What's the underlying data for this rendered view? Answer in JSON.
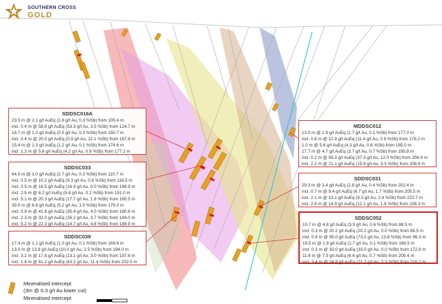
{
  "brand": {
    "name_line1": "SOUTHERN CROSS",
    "name_line2": "GOLD",
    "colors": {
      "navy": "#2b2f6b",
      "gold": "#b58b2a"
    }
  },
  "colors": {
    "box_border": "#d23a3a",
    "intercept_orange": "#e8a020",
    "intercept_red": "#d21f1f",
    "vein_red": "#f08080",
    "vein_magenta": "#e6a0e6",
    "vein_yellow": "#e8e48a",
    "vein_tan": "#d8b898",
    "vein_blue": "#8c9cc8",
    "drill_cyan": "#39c6d6"
  },
  "holes": [
    {
      "id": "SDDSC016A",
      "lines": [
        "23.5 m @ 2.1 g/t AuEq (1.6 g/t Au, 0.3 %Sb) from 109.4 m",
        "incl. 0.4 m @ 58.8 g/t AuEq (53.3 g/t Au, 3.5 %Sb) from 124.7 m",
        "18.7 m @ 1.0 g/t AuEq (0.5 g/t Au, 0.3 %Sb) from 150.7 m",
        "incl. 0.4 m @ 20.0 g/t AuEq (0.9 g/t Au, 12.1 %Sb) from 167.8 m",
        "15.4 m @ 1.3 g/t AuEq (1.2 g/t Au, 0.1 %Sb) from 174.6 m",
        "incl. 1.3 m @ 5.6 g/t AuEq (4.2 g/t Au, 0.9 %Sb) from 177.2 m"
      ]
    },
    {
      "id": "SDDSC033",
      "lines": [
        "64.0 m @ 3.0 g/t AuEq (2.7 g/t Au, 0.2 %Sb) from 110.7 m",
        "incl. 0.5 m @ 10.2 g/t AuEq (9.3 g/t Au, 0.6 %Sb) from 118.5 m",
        "incl. 0.5 m @ 16.5 g/t AuEq (16.4 g/t Au, 0.0 %Sb) from 148.9 m",
        "incl. 2.5 m @ 6.2 g/t AuEq (5.8 g/t Au, 0.2 %Sb) from 151.0 m",
        "incl. 5.1 m @ 20.3 g/t AuEq (17.7 g/t Au, 1.6 %Sb) from 160.5 m",
        "39.0 m @ 6.8 g/t AuEq (5.2 g/t Au, 1.0 %Sb) from 179.0 m",
        "incl. 0.9 m @ 41.8 g/t AuEq (35.4 g/t Au, 4.0 %Sb) from 180.6 m",
        "incl. 2.3 m @ 32.0 g/t AuEq (26.2 g/t Au, 3.7 %Sb) from 184.0 m",
        "incl. 5.2 m @ 22.3 g/t AuEq (14.7 g/t Au, 4.8 %Sb) from 189.9 m"
      ]
    },
    {
      "id": "SDDSC039",
      "lines": [
        "17.4 m @ 1.1 g/t AuEq (1.0 g/t Au, 0.1 %Sb) from 169.6 m",
        "13.0 m @ 13.9 g/t AuEq (10.0 g/t Au, 2.5 %Sb) from 194.0 m",
        "incl. 3.2 m @ 17.8 g/t AuEq (13.1 g/t Au, 3.0 %Sb) from 197.6 m",
        "incl. 1.8 m @ 61.2 g/t AuEq (43.2 g/t Au, 11.4 %Sb) from 202.0 m"
      ]
    },
    {
      "id": "MDDSC012",
      "lines": [
        "13.0 m @ 1.9 g/t AuEq (1.7 g/t Au, 0.1 %Sb) from 177.0 m",
        "incl. 0.8 m @ 12.9 g/t AuEq (11.4 g/t Au, 0.9 %Sb) from 178.2 m",
        "1.0 m @ 5.6 g/t AuEq (4.3 g/t Au, 0.8 %Sb) from 185.0 m",
        "17.7 m @ 4.7 g/t AuEq (3.7 g/t Au, 0.7 %Sb) from 195.8 m",
        "incl. 0.2 m @ 56.3 g/t AuEq (37.3 g/t Au, 12.0 %Sb) from 206.9 m",
        "incl. 2.2 m @ 21.1 g/t AuEq (15.8 g/t Au, 3.3 %Sb) from 208.8 m"
      ]
    },
    {
      "id": "SDDSC031",
      "lines": [
        "29.3 m @ 3.4 g/t AuEq (2.8 g/t Au, 0.4 %Sb) from 202.4 m",
        "incl. 0.7 m @ 9.4 g/t AuEq (6.7 g/t Au, 1.7 %Sb) from 205.5 m",
        "incl. 2.1 m @ 13.1 g/t AuEq (9.3 g/t Au, 2.4 %Sb) from 222.7 m",
        "incl. 2.6 m @ 14.9 g/t AuEq (12.1 g/t Au, 1.8 %Sb) from 226.3 m"
      ]
    },
    {
      "id": "SDDSC052",
      "lines": [
        "10.7 m @ 4.8 g/t AuEq (3.9 g/t Au, 0.6 %Sb) from 88.5 m",
        "incl. 0.3 m @ 20.2 g/t AuEq (20.2 g/t Au, 0.0 %Sb) from 88.5 m",
        "incl. 0.4 m @ 95.0 g/t AuEq (73.2 g/t Au, 13.8 %Sb) from 96.3 m",
        "19.5 m @ 1.9 g/t AuEq (1.7 g/t Au, 0.1 %Sb) from 166.5 m",
        "incl. 0.3 m @ 33.0 g/t AuEq (33.0 g/t Au, 0.0 %Sb) from 172.9 m",
        "11.6 m @ 7.5 g/t AuEq (6.4 g/t Au, 0.7 %Sb) from 209.4 m",
        "incl. 3.4 m @ 24.8 g/t AuEq (21.2 g/t Au, 2.3 %Sb) from 210.2 m"
      ]
    }
  ],
  "legend": {
    "label_line1": "Mineralised intercept",
    "label_line2": "(3m @ 0.3 g/t Au lower cut)",
    "label_line3": "Mineralised intercept"
  }
}
